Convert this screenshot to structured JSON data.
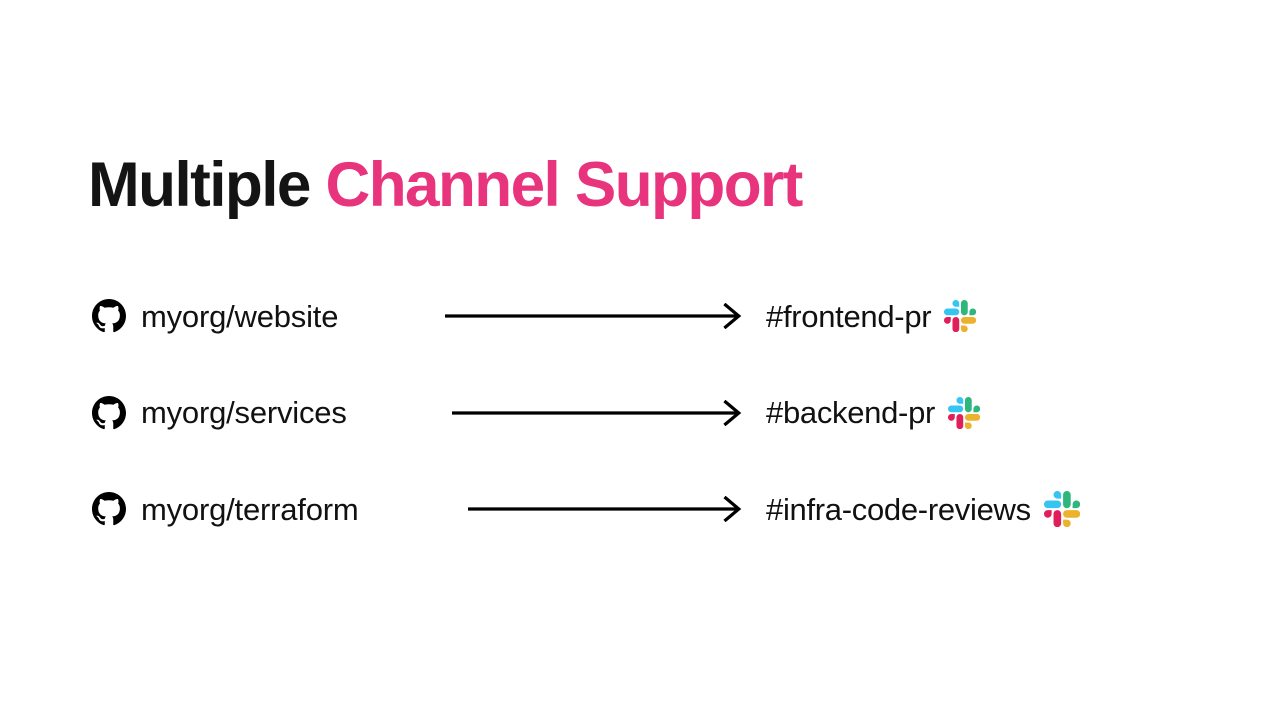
{
  "slide": {
    "background_color": "#FFFFFF",
    "title": {
      "part_black": "Multiple ",
      "part_pink": "Channel Support",
      "black_color": "#141414",
      "pink_color": "#E8337D"
    }
  },
  "mappings": [
    {
      "source_icon": "github-icon",
      "source": "myorg/website",
      "connector_icon": "arrow-right-icon",
      "destination": "#frontend-pr",
      "destination_icon": "slack-icon"
    },
    {
      "source_icon": "github-icon",
      "source": "myorg/services",
      "connector_icon": "arrow-right-icon",
      "destination": "#backend-pr",
      "destination_icon": "slack-icon"
    },
    {
      "source_icon": "github-icon",
      "source": "myorg/terraform",
      "connector_icon": "arrow-right-icon",
      "destination": "#infra-code-reviews",
      "destination_icon": "slack-icon"
    }
  ],
  "brand_colors": {
    "github": "#000000",
    "slack_blue": "#36C5F0",
    "slack_green": "#2EB67D",
    "slack_yellow": "#ECB22E",
    "slack_red": "#E01E5A",
    "arrow": "#000000"
  }
}
